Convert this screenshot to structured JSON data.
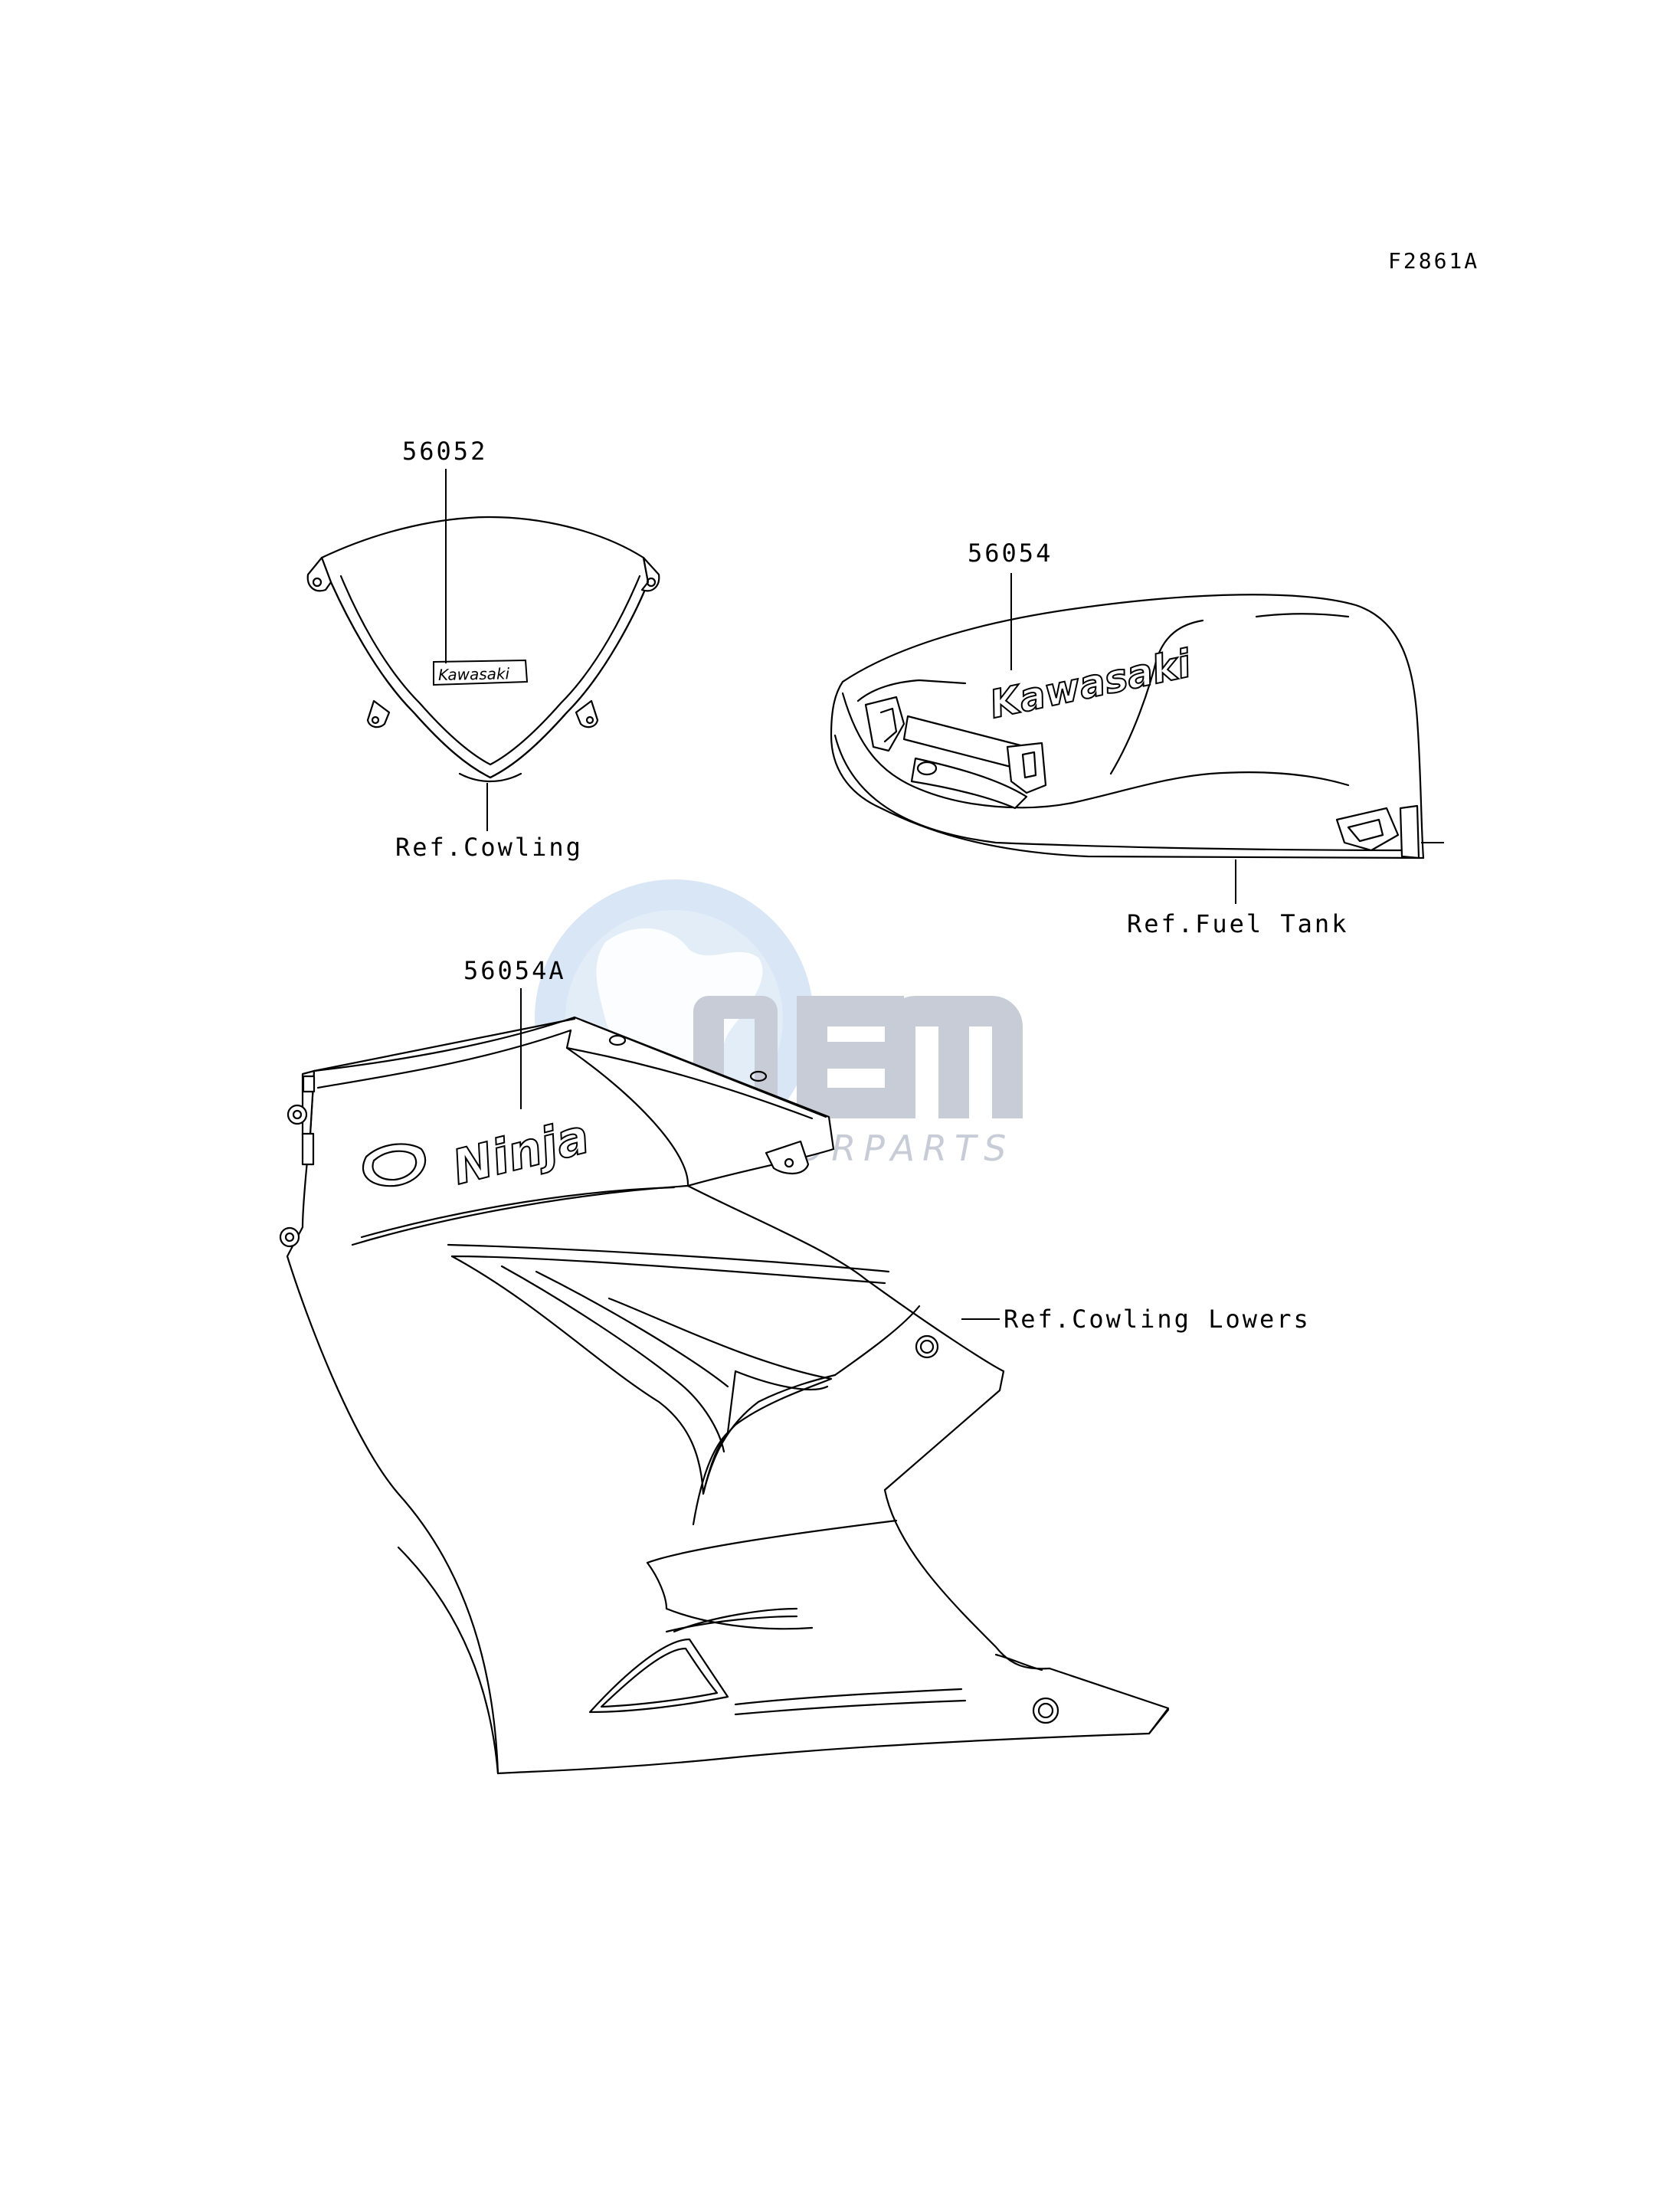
{
  "diagram_code": "F2861A",
  "parts": {
    "windshield_decal": {
      "number": "56052",
      "decal_text": "Kawasaki",
      "ref_label": "Ref.Cowling"
    },
    "tank_decal": {
      "number": "56054",
      "decal_text": "Kawasaki",
      "ref_label": "Ref.Fuel Tank"
    },
    "side_cowl_decal": {
      "number": "56054A",
      "decal_text": "Ninja",
      "ref_label": "Ref.Cowling Lowers"
    }
  },
  "watermark": {
    "logo_text": "OEM",
    "sub_text": "MOTORPARTS",
    "color": "#c8ccd6",
    "globe_color": "#dde9f6"
  }
}
